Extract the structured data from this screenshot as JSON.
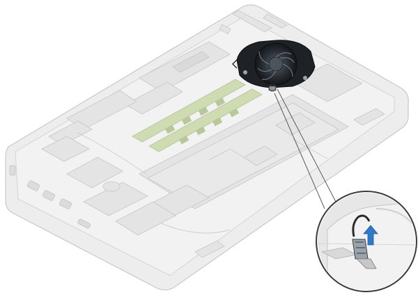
{
  "illustration": {
    "subject": "laptop-base-assembly",
    "highlighted_part": "system-fan",
    "callout_detail": "fan-cable-connector",
    "callout_action": "arrow-up"
  },
  "colors": {
    "background": "#ffffff",
    "chassis_fill": "#ededed",
    "chassis_edge": "#c9c9c9",
    "detail_line": "#bdbdbd",
    "fan_body": "#2a2a2a",
    "fan_blade": "#3a3f44",
    "memory_green": "#cfdcb2",
    "action_arrow": "#2f79c8"
  }
}
